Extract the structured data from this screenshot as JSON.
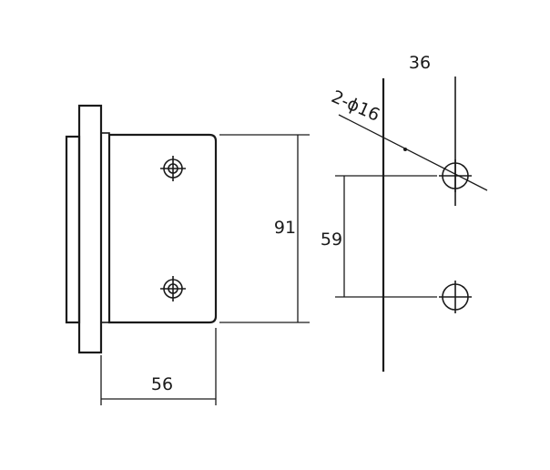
{
  "dimensions": {
    "width": "56",
    "height": "91",
    "hole_spacing": "59",
    "hole_offset": "36",
    "hole_callout": "2-ϕ16"
  },
  "colors": {
    "line": "#1a1a1a",
    "background": "#ffffff"
  }
}
